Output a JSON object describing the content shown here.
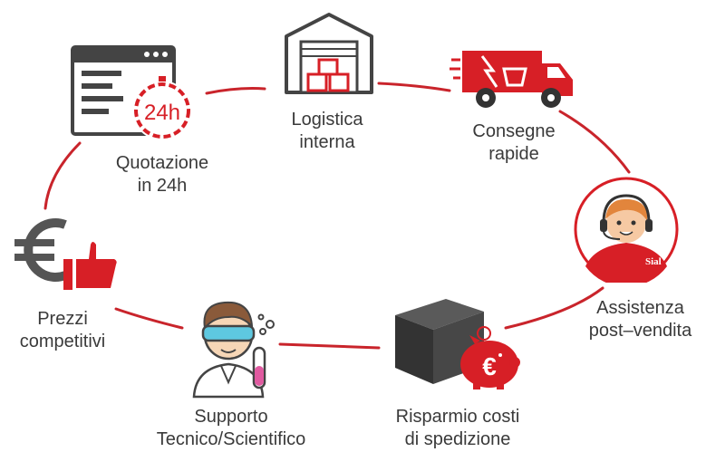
{
  "brand": {
    "accent": "#d71f26",
    "dark": "#4a4a4a",
    "logo_text": "Sial"
  },
  "steps": [
    {
      "line1": "Logistica",
      "line2": "interna",
      "icon": "warehouse-icon"
    },
    {
      "line1": "Consegne",
      "line2": "rapide",
      "icon": "delivery-truck-icon"
    },
    {
      "line1": "Assistenza",
      "line2": "post–vendita",
      "icon": "customer-support-agent-icon"
    },
    {
      "line1": "Risparmio costi",
      "line2": "di spedizione",
      "icon": "box-piggy-bank-icon"
    },
    {
      "line1": "Supporto",
      "line2": "Tecnico/Scientifico",
      "icon": "scientist-icon"
    },
    {
      "line1": "Prezzi",
      "line2": "competitivi",
      "icon": "euro-thumbs-up-icon"
    },
    {
      "line1": "Quotazione",
      "line2": "in 24h",
      "icon": "quote-24h-icon"
    }
  ],
  "quote_badge": "24h",
  "euro_symbol": "€"
}
